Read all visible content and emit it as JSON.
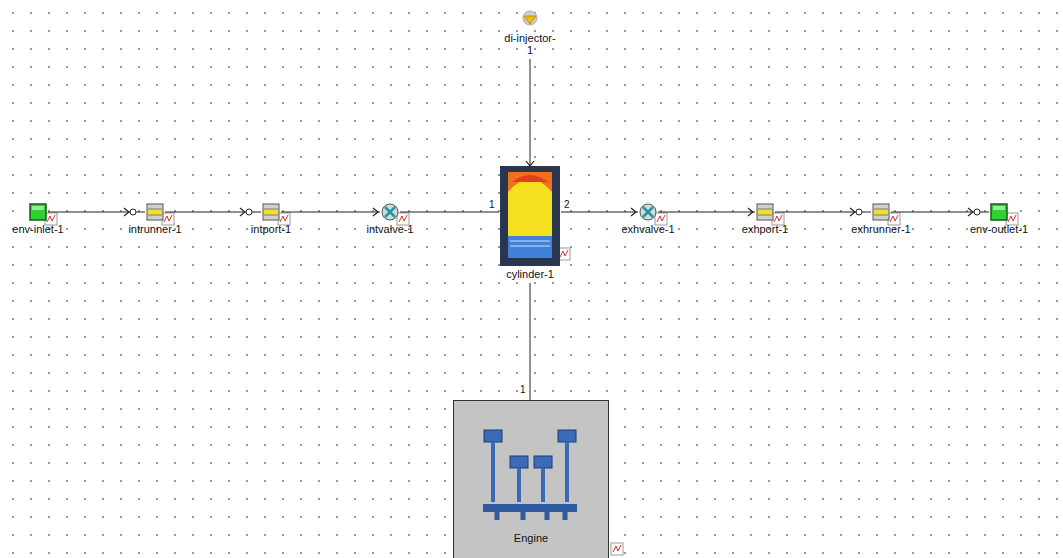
{
  "diagram": {
    "nodes": [
      {
        "text": [
          "di-injector- 1"
        ]
      },
      {
        "text": [
          "env-inlet-1"
        ]
      },
      {
        "text": [
          "intrunner-1"
        ]
      },
      {
        "text": [
          "intport-1"
        ]
      },
      {
        "text": [
          "intvalve-1"
        ]
      },
      {
        "text": [
          "cylinder-1"
        ]
      },
      {
        "text": [
          "exhvalve-1"
        ]
      },
      {
        "text": [
          "exhport-1"
        ]
      },
      {
        "text": [
          "exhrunner-1"
        ]
      },
      {
        "text": [
          "env-outlet-1"
        ]
      },
      {
        "text": [
          "Engine"
        ]
      }
    ],
    "edges": [
      {
        "from": 0,
        "to": 5,
        "arrow": "to"
      },
      {
        "from": 1,
        "to": 2,
        "arrow": "to"
      },
      {
        "from": 2,
        "to": 3,
        "arrow": "to"
      },
      {
        "from": 3,
        "to": 4,
        "arrow": "to"
      },
      {
        "from": 4,
        "to": 5,
        "arrow": "none"
      },
      {
        "from": 5,
        "to": 6,
        "arrow": "to"
      },
      {
        "from": 6,
        "to": 7,
        "arrow": "to"
      },
      {
        "from": 7,
        "to": 8,
        "arrow": "to"
      },
      {
        "from": 8,
        "to": 9,
        "arrow": "to"
      },
      {
        "from": 5,
        "to": 10,
        "arrow": "none"
      }
    ],
    "labels": [
      "1",
      "2",
      "1"
    ]
  }
}
